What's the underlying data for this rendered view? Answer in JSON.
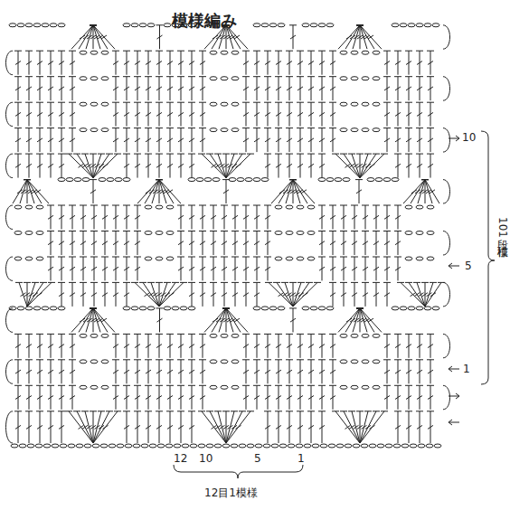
{
  "diagram": {
    "title": "模様編み",
    "labels": [
      "10",
      "5",
      "1",
      "12",
      "10",
      "5",
      "1",
      "12目1模様",
      "10段1模様"
    ]
  }
}
